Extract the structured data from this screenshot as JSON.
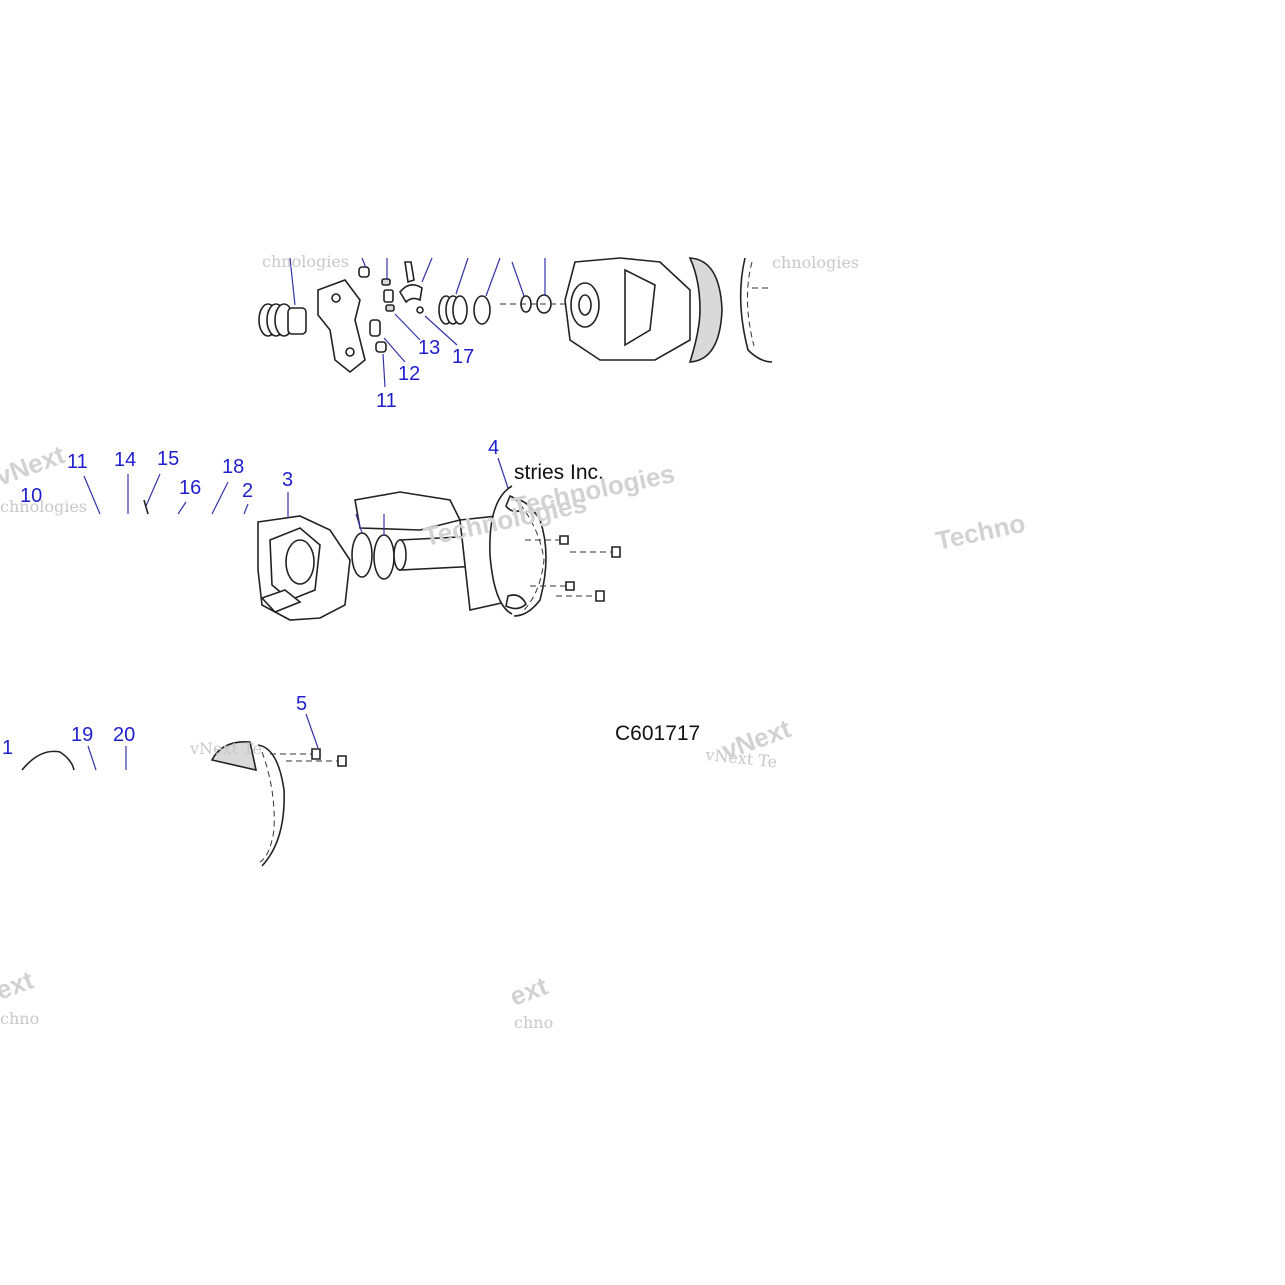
{
  "diagram": {
    "drawing_code": "C601717",
    "copyright_fragment": "stries Inc.",
    "callouts": [
      "11",
      "12",
      "13",
      "17",
      "11",
      "14",
      "15",
      "16",
      "18",
      "2",
      "3",
      "10",
      "4",
      "5",
      "19",
      "20",
      "1"
    ],
    "watermarks": [
      "chnologies",
      "Technologies",
      "vNext",
      "Techno",
      "chnologies",
      "vNext Te",
      "Techn",
      "ext",
      "chno"
    ]
  }
}
